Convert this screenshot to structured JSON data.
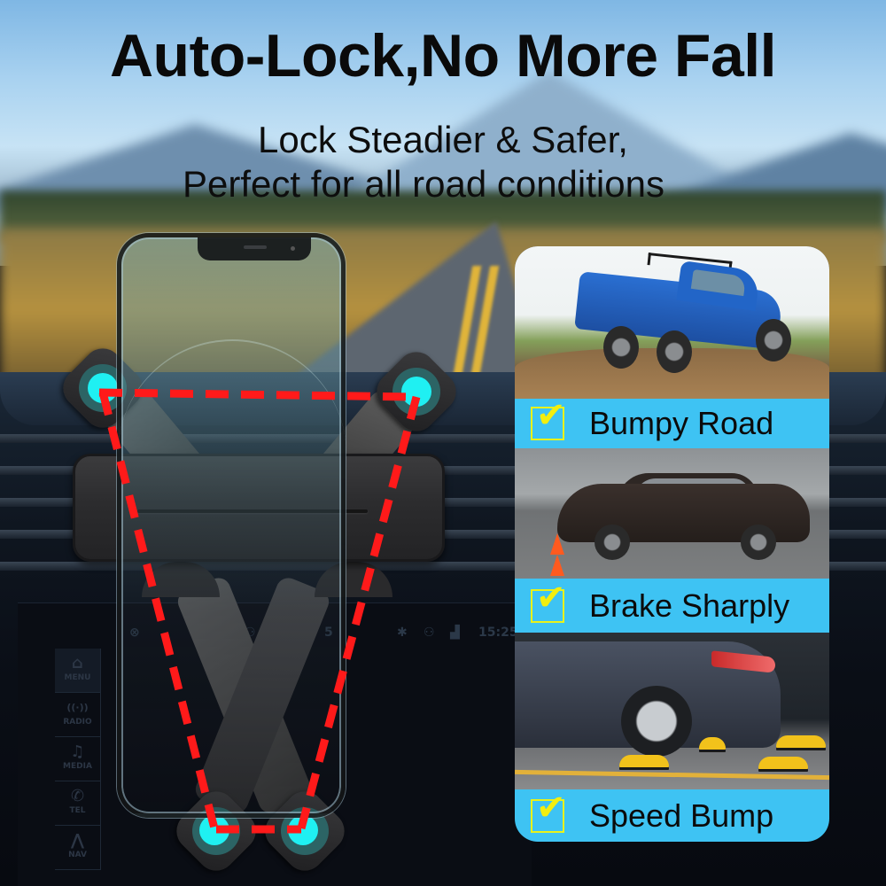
{
  "headline": {
    "title": "Auto-Lock,No More Fall",
    "subtitle_line1": "Lock Steadier & Safer,",
    "subtitle_line2": "Perfect for all road conditions"
  },
  "colors": {
    "label_bar": "#3ec3f3",
    "checkbox": "#f2ee0f",
    "grip_dot": "#1ff0f2",
    "lock_line": "#ff1a1a",
    "title_text": "#0a0a0a"
  },
  "features": [
    {
      "label": "Bumpy Road",
      "checked": true,
      "check_glyph": "✔",
      "photo": "blue-pickup-truck-offroad"
    },
    {
      "label": "Brake Sharply",
      "checked": true,
      "check_glyph": "✔",
      "photo": "dark-sedan-braking-with-cones"
    },
    {
      "label": "Speed Bump",
      "checked": true,
      "check_glyph": "✔",
      "photo": "sedan-over-yellow-speed-bumps"
    }
  ],
  "car_screen": {
    "status_time": "15:25",
    "status_fragment": "5",
    "menu": [
      {
        "label": "MENU",
        "icon": "⌂"
      },
      {
        "label": "RADIO",
        "icon": "((·))"
      },
      {
        "label": "MEDIA",
        "icon": "♫"
      },
      {
        "label": "TEL",
        "icon": "✆"
      },
      {
        "label": "NAV",
        "icon": "⋀"
      }
    ]
  }
}
